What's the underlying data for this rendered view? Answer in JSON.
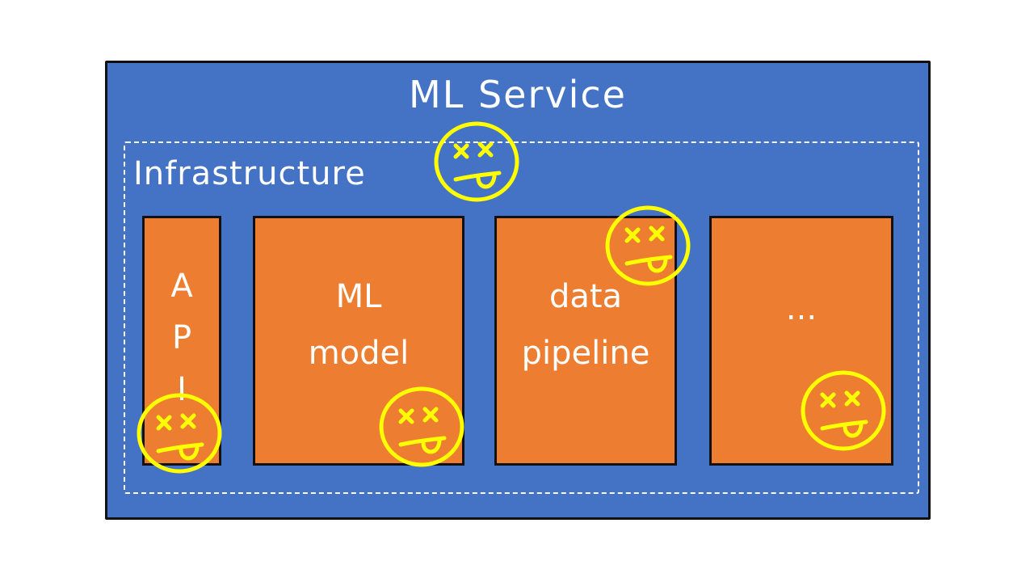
{
  "service": {
    "title": "ML Service"
  },
  "infrastructure": {
    "label": "Infrastructure"
  },
  "components": {
    "api": "A\nP\nI",
    "ml_model": "ML\nmodel",
    "data_pipeline": "data\npipeline",
    "more": "..."
  },
  "colors": {
    "service_fill": "#4472c4",
    "component_fill": "#ed7d31",
    "face_stroke": "#ffff00",
    "outline": "#111111"
  },
  "icons": {
    "broken_face": "dizzy-face-icon"
  }
}
